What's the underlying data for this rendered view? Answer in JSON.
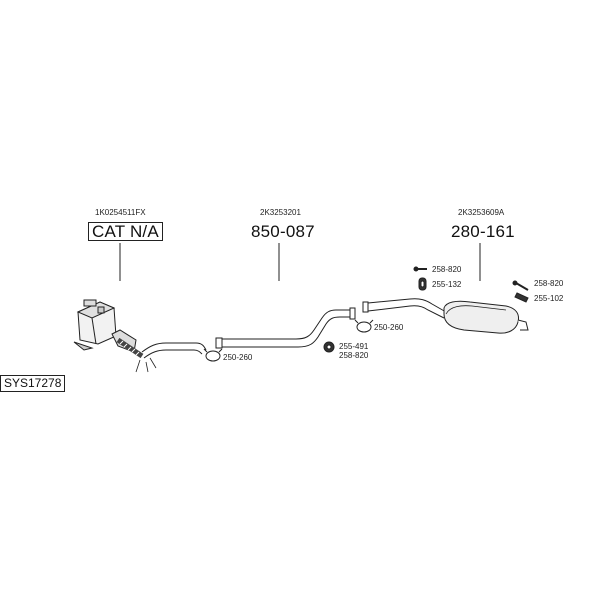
{
  "diagram_id": "SYS17278",
  "groups": [
    {
      "oem": "1K0254511FX",
      "part": "CAT N/A"
    },
    {
      "oem": "2K3253201",
      "part": "850-087"
    },
    {
      "oem": "2K3253609A",
      "part": "280-161"
    }
  ],
  "fittings": [
    {
      "a": "250-260"
    },
    {
      "a": "255-491",
      "b": "258-820"
    },
    {
      "a": "250-260"
    },
    {
      "a": "258-820",
      "b": "255-132"
    },
    {
      "a": "258-820",
      "b": "255-102"
    }
  ]
}
